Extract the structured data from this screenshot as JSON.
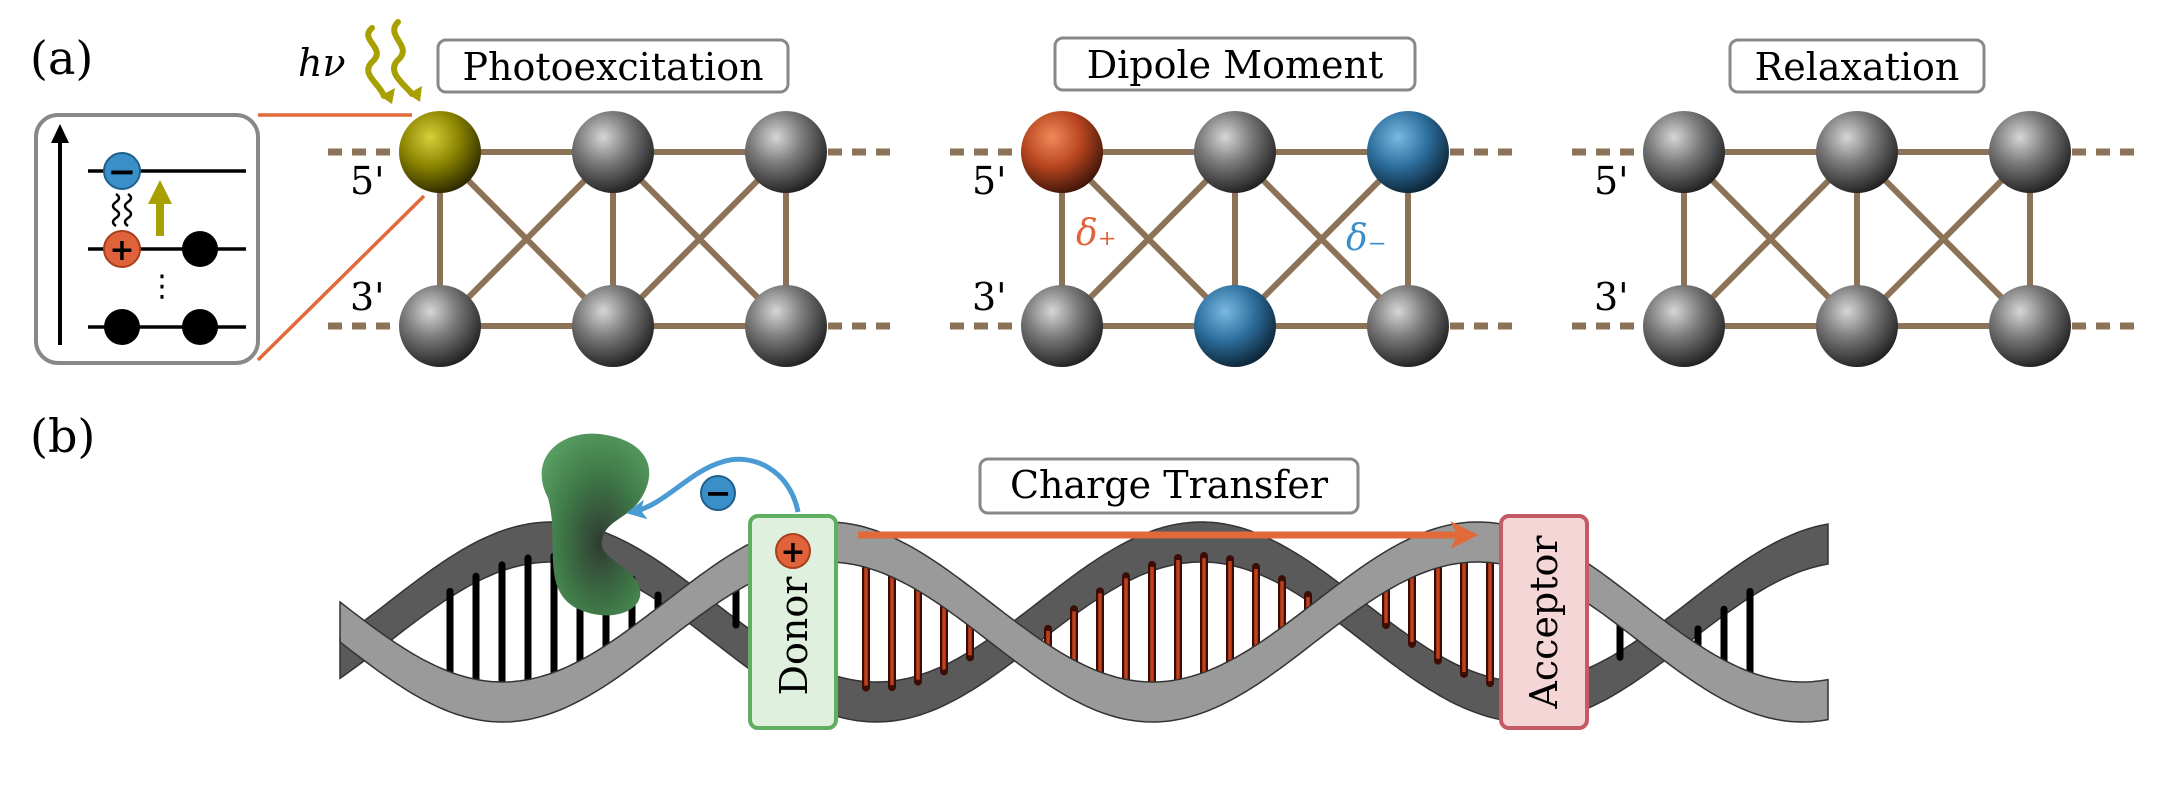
{
  "panel_a": {
    "label": "(a)",
    "hv": "hν",
    "stages": [
      {
        "title": "Photoexcitation",
        "prime5": "5'",
        "prime3": "3'",
        "highlight": {
          "top0": "excited",
          "top1": null,
          "top2": null,
          "bot0": null,
          "bot1": null,
          "bot2": null
        },
        "delta_plus": "",
        "delta_minus": ""
      },
      {
        "title": "Dipole Moment",
        "prime5": "5'",
        "prime3": "3'",
        "highlight": {
          "top0": "hole",
          "top1": null,
          "top2": "electron",
          "bot0": null,
          "bot1": "electron",
          "bot2": null
        },
        "delta_plus": "δ₊",
        "delta_minus": "δ₋"
      },
      {
        "title": "Relaxation",
        "prime5": "5'",
        "prime3": "3'",
        "highlight": {
          "top0": null,
          "top1": null,
          "top2": null,
          "bot0": null,
          "bot1": null,
          "bot2": null
        },
        "delta_plus": "",
        "delta_minus": ""
      }
    ],
    "inset": {
      "electron_sign": "−",
      "hole_sign": "+",
      "ellipsis": "⋮"
    }
  },
  "panel_b": {
    "label": "(b)",
    "charge_transfer": "Charge Transfer",
    "donor": "Donor",
    "acceptor": "Acceptor",
    "electron_sign": "−",
    "hole_sign": "+"
  },
  "colors": {
    "electron": "#3a8fc9",
    "hole": "#e0623a",
    "excited": "#a8a000",
    "bond": "#8c7256",
    "arrow_orange": "#e06a3a",
    "arrow_blue": "#4a9ad4",
    "donor_fill": "#dff0de",
    "donor_border": "#5fae62",
    "acceptor_fill": "#f4d6d6",
    "acceptor_border": "#c45a66",
    "protein": "#4f8f57"
  }
}
